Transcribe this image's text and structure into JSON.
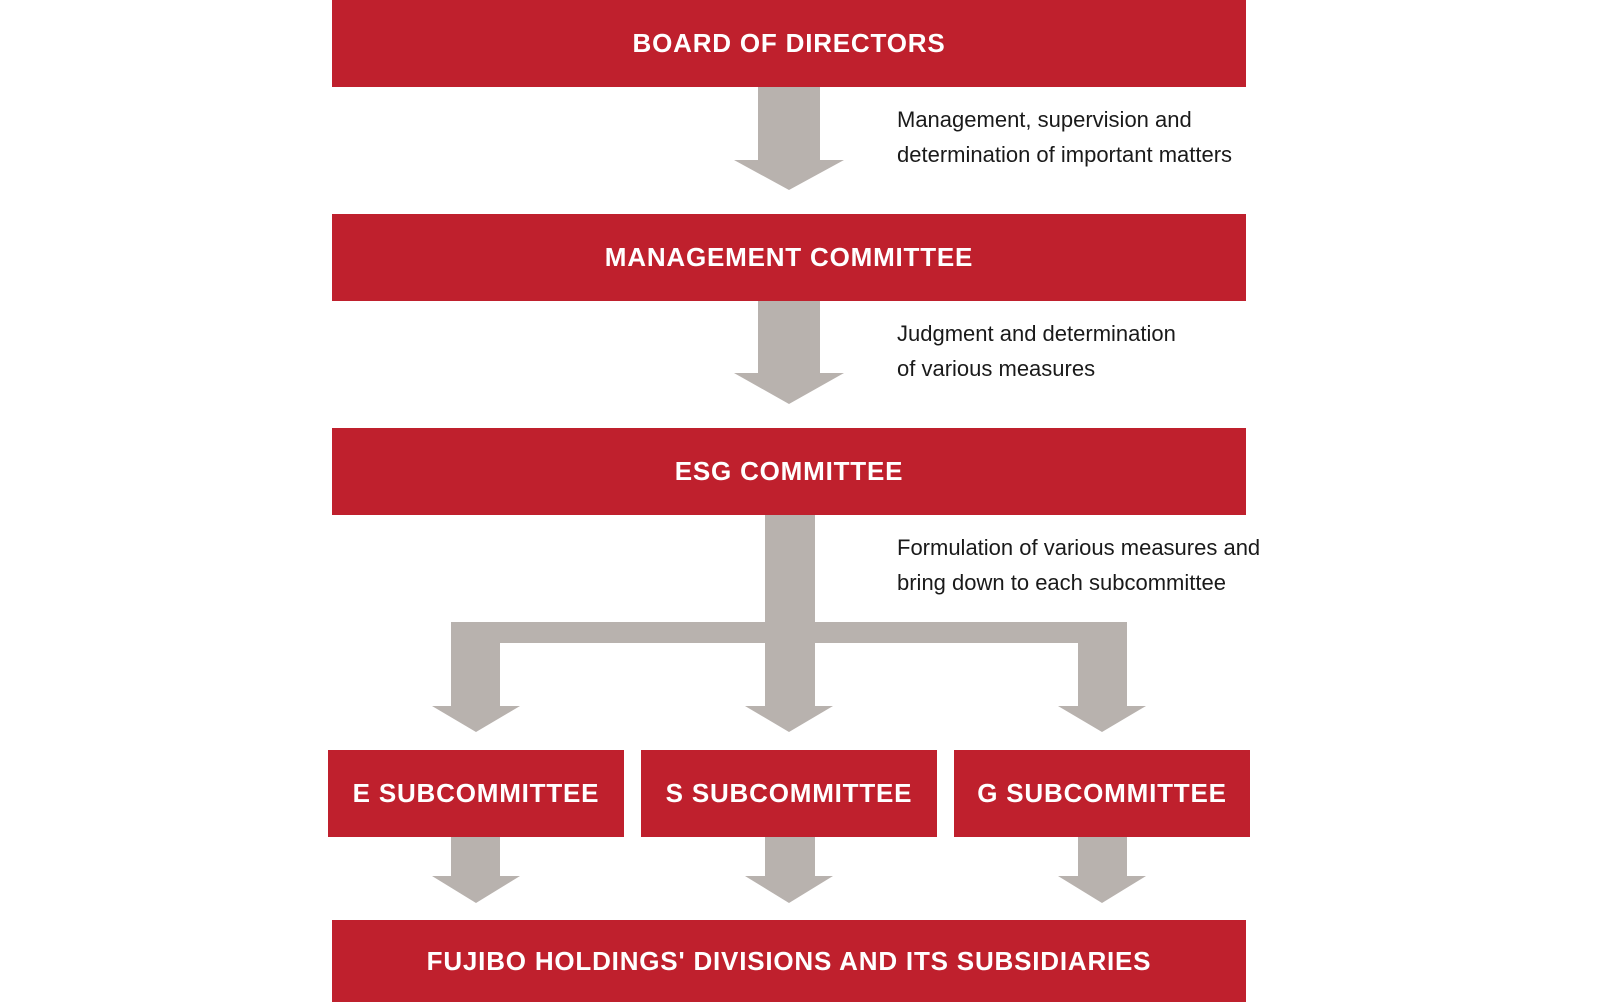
{
  "colors": {
    "box_fill": "#bf202d",
    "arrow_fill": "#b8b2ae",
    "box_text": "#ffffff",
    "note_text": "#1a1a1a"
  },
  "boxes": {
    "board": "BOARD OF DIRECTORS",
    "management": "MANAGEMENT COMMITTEE",
    "esg": "ESG COMMITTEE",
    "e_sub": "E SUBCOMMITTEE",
    "s_sub": "S SUBCOMMITTEE",
    "g_sub": "G SUBCOMMITTEE",
    "divisions": "FUJIBO HOLDINGS' DIVISIONS AND ITS SUBSIDIARIES"
  },
  "notes": {
    "board_to_management": [
      "Management, supervision and",
      "determination of important matters"
    ],
    "management_to_esg": [
      "Judgment and determination",
      "of various measures"
    ],
    "esg_to_subcommittees": [
      "Formulation of various measures and",
      "bring down to each subcommittee"
    ]
  }
}
